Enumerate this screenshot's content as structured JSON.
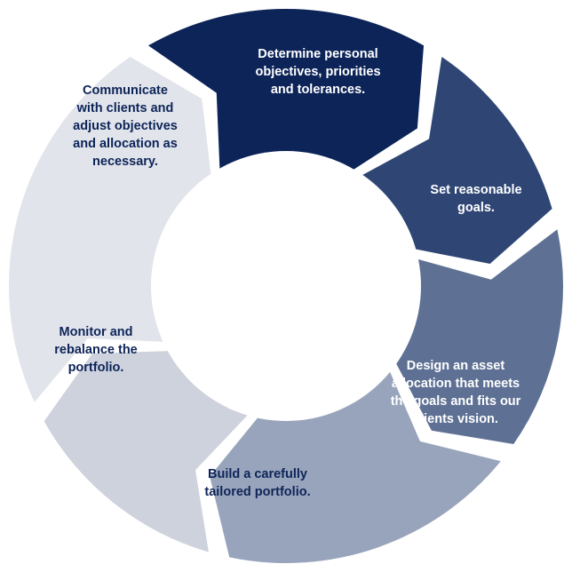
{
  "cycle": {
    "steps": [
      {
        "lines": [
          "Determine personal",
          "objectives, priorities",
          "and tolerances."
        ],
        "fill": "#0d2459",
        "text_color": "#ffffff"
      },
      {
        "lines": [
          "Set reasonable",
          "goals."
        ],
        "fill": "#2f4675",
        "text_color": "#ffffff"
      },
      {
        "lines": [
          "Design an asset",
          "allocation that meets",
          "the goals and fits our",
          "clients vision."
        ],
        "fill": "#5e7194",
        "text_color": "#ffffff"
      },
      {
        "lines": [
          "Build a carefully",
          "tailored portfolio."
        ],
        "fill": "#98a4bb",
        "text_color": "#0d2459"
      },
      {
        "lines": [
          "Monitor and",
          "rebalance the",
          "portfolio."
        ],
        "fill": "#cdd2dc",
        "text_color": "#0d2459"
      },
      {
        "lines": [
          "Communicate",
          "with clients and",
          "adjust objectives",
          "and allocation as",
          "necessary."
        ],
        "fill": "#e1e4ea",
        "text_color": "#0d2459"
      }
    ]
  }
}
